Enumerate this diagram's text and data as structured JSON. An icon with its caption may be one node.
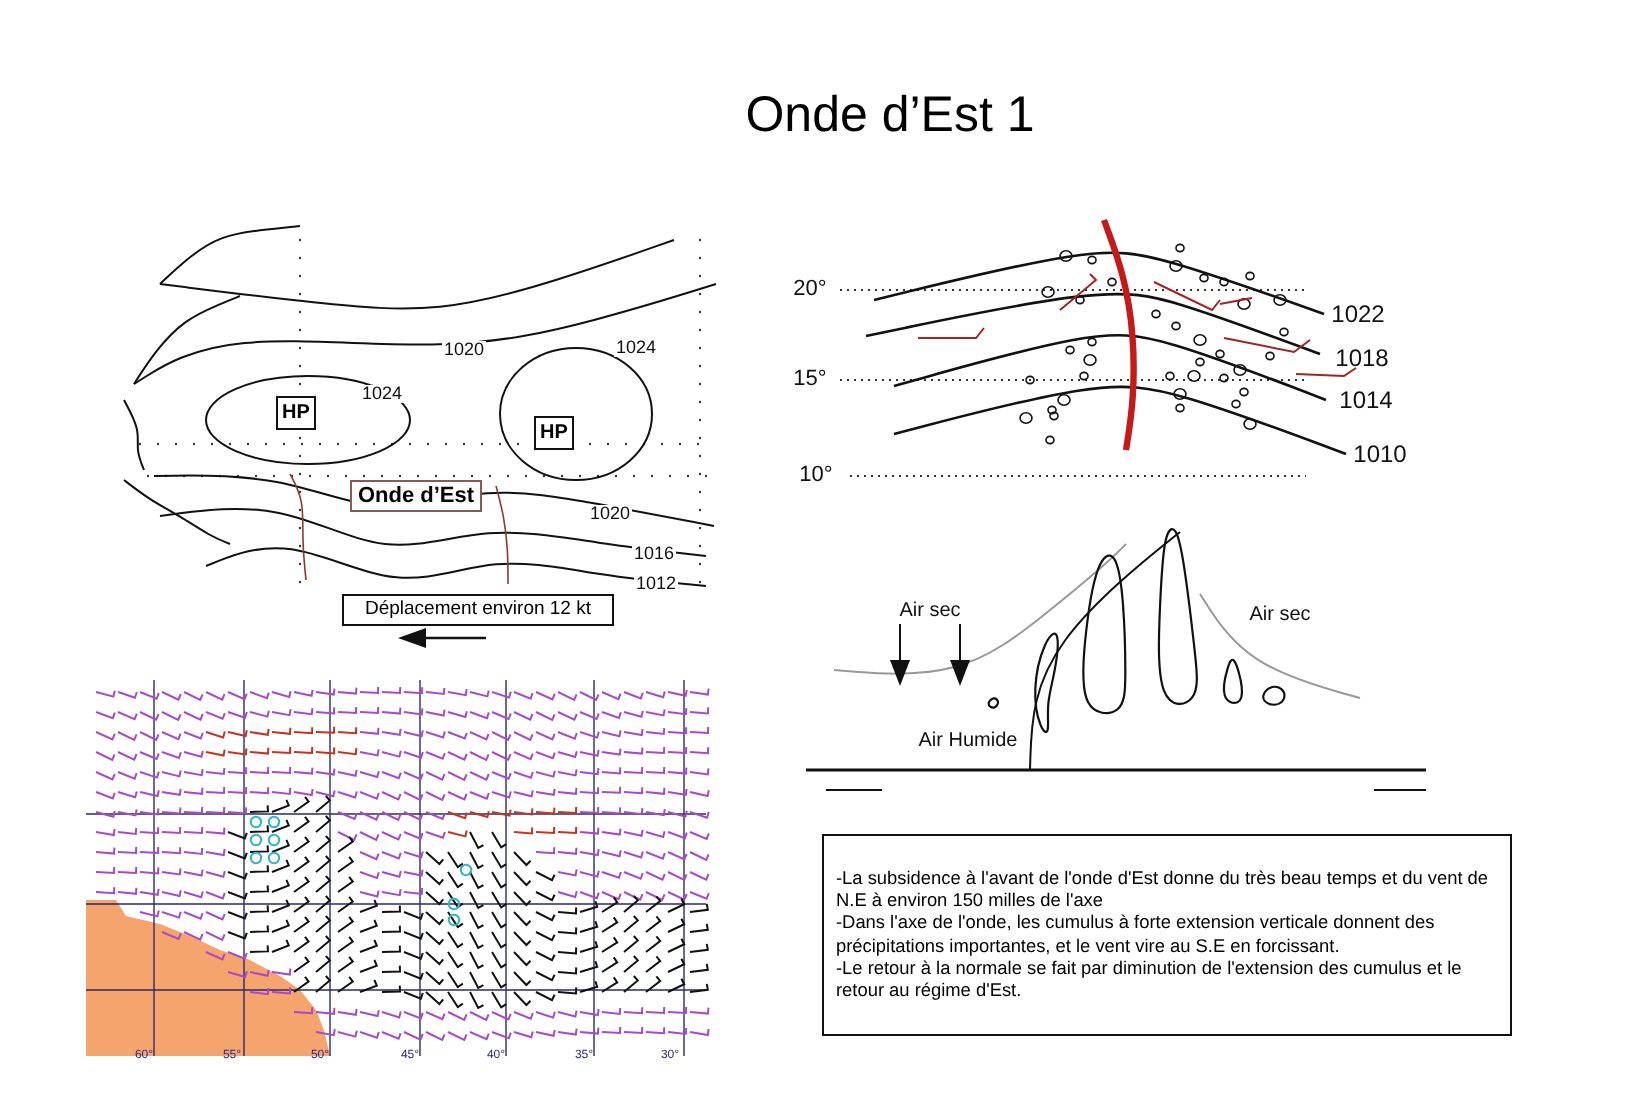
{
  "diagram": {
    "title": "Onde d’Est 1",
    "nodes": [
      {
        "text": [
          "HP"
        ]
      },
      {
        "text": [
          "HP"
        ]
      },
      {
        "text": [
          "Onde d’Est"
        ]
      },
      {
        "text": [
          "Déplacement environ 12 kt"
        ]
      },
      {
        "text": [
          "-La subsidence à l'avant de l'onde d'Est donne du très beau temps et du vent de N.E à environ 150 milles de l'axe",
          "-Dans l'axe de l'onde, les cumulus à forte extension verticale donnent des précipitations importantes, et le vent vire au S.E en forcissant.",
          "-Le retour à la normale se fait par diminution de l'extension des cumulus et le retour au régime d'Est."
        ]
      }
    ],
    "labels": [
      "1020",
      "1024",
      "1024",
      "1020",
      "1016",
      "1012",
      "20°",
      "1022",
      "1018",
      "15°",
      "1014",
      "10°",
      "1010",
      "Air sec",
      "Air sec",
      "Air Humide",
      "60°",
      "55°",
      "50°",
      "45°",
      "40°",
      "35°",
      "30°"
    ]
  }
}
